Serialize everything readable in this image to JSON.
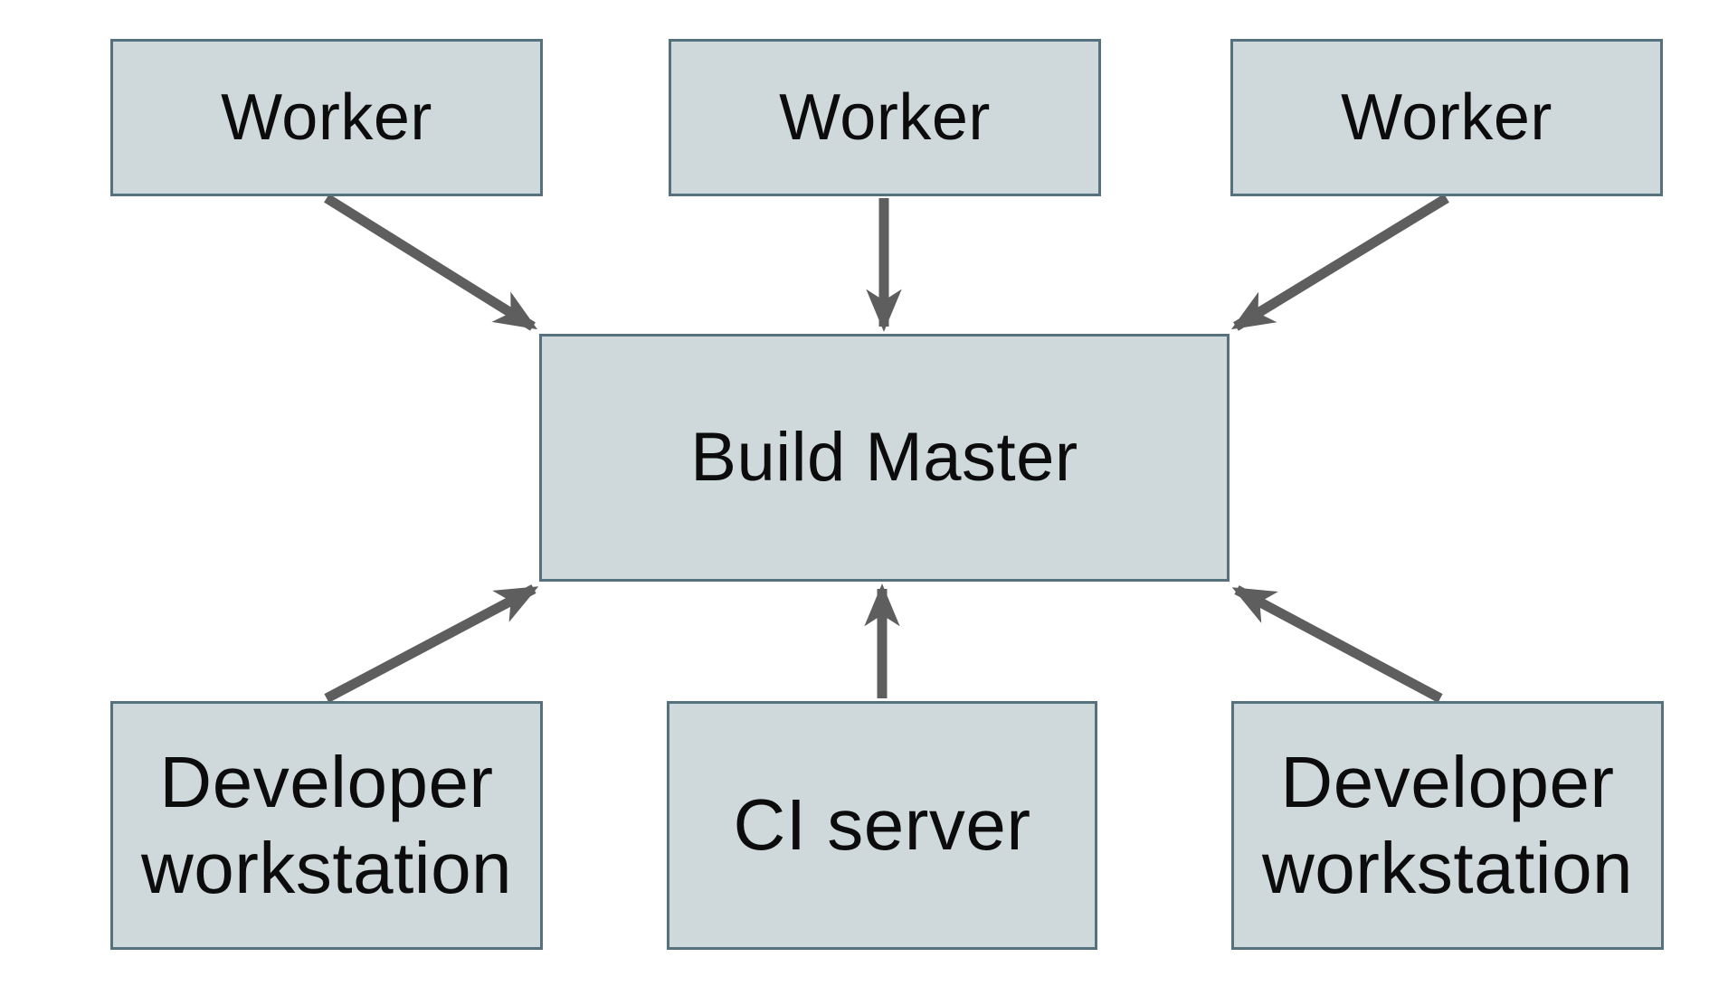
{
  "diagram": {
    "type": "architecture-diagram",
    "nodes": [
      {
        "id": "worker-1",
        "label": "Worker"
      },
      {
        "id": "worker-2",
        "label": "Worker"
      },
      {
        "id": "worker-3",
        "label": "Worker"
      },
      {
        "id": "build-master",
        "label": "Build Master"
      },
      {
        "id": "developer-workstation-1",
        "label": "Developer workstation"
      },
      {
        "id": "ci-server",
        "label": "CI server"
      },
      {
        "id": "developer-workstation-2",
        "label": "Developer workstation"
      }
    ],
    "edges": [
      {
        "from": "worker-1",
        "to": "build-master"
      },
      {
        "from": "worker-2",
        "to": "build-master"
      },
      {
        "from": "worker-3",
        "to": "build-master"
      },
      {
        "from": "developer-workstation-1",
        "to": "build-master"
      },
      {
        "from": "ci-server",
        "to": "build-master"
      },
      {
        "from": "developer-workstation-2",
        "to": "build-master"
      }
    ],
    "colors": {
      "node_fill": "#cfd8da",
      "node_border": "#56717e",
      "arrow": "#5e5e5e",
      "text": "#0c0c0c",
      "background": "#ffffff"
    }
  }
}
